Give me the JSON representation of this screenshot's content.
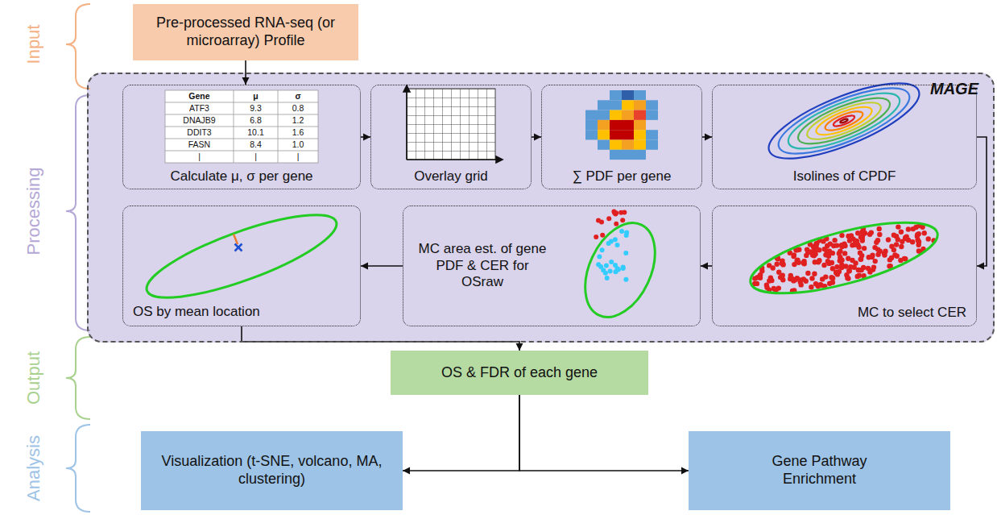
{
  "diagram": {
    "nodes": [
      {
        "text": [
          "Pre-processed RNA-seq (or microarray) Profile"
        ]
      },
      {
        "text": [
          "MAGE"
        ]
      },
      {
        "text": [
          "Calculate μ, σ per gene"
        ],
        "in": 1
      },
      {
        "text": [
          "Overlay grid"
        ],
        "in": 1
      },
      {
        "text": [
          "∑ PDF per gene"
        ],
        "in": 1
      },
      {
        "text": [
          "Isolines of CPDF"
        ],
        "in": 1
      },
      {
        "text": [
          "OS by mean location"
        ],
        "in": 1
      },
      {
        "text": [
          "MC area est. of gene PDF & CER for OSraw"
        ],
        "in": 1
      },
      {
        "text": [
          "MC to select CER"
        ],
        "in": 1
      },
      {
        "text": [
          "OS & FDR of each gene"
        ]
      },
      {
        "text": [
          "Visualization (t-SNE, volcano, MA, clustering)"
        ]
      },
      {
        "text": [
          "Gene Pathway Enrichment"
        ]
      }
    ],
    "edges": [
      {
        "from": 0,
        "to": 2,
        "arrow": "to"
      },
      {
        "from": 2,
        "to": 3,
        "arrow": "to"
      },
      {
        "from": 3,
        "to": 4,
        "arrow": "to"
      },
      {
        "from": 4,
        "to": 5,
        "arrow": "to"
      },
      {
        "from": 5,
        "to": 8,
        "arrow": "to"
      },
      {
        "from": 8,
        "to": 7,
        "arrow": "to"
      },
      {
        "from": 7,
        "to": 6,
        "arrow": "to"
      },
      {
        "from": 6,
        "to": 9,
        "arrow": "to"
      },
      {
        "from": 9,
        "to": 10,
        "arrow": "to"
      },
      {
        "from": 9,
        "to": 11,
        "arrow": "to"
      }
    ],
    "labels": [
      "Input",
      "Processing",
      "Output",
      "Analysis",
      "Gene",
      "μ",
      "σ",
      "ATF3",
      "9.3",
      "0.8",
      "DNAJB9",
      "6.8",
      "1.2",
      "DDIT3",
      "10.1",
      "1.6",
      "FASN",
      "8.4",
      "1.0",
      "|",
      "|",
      "|"
    ]
  }
}
